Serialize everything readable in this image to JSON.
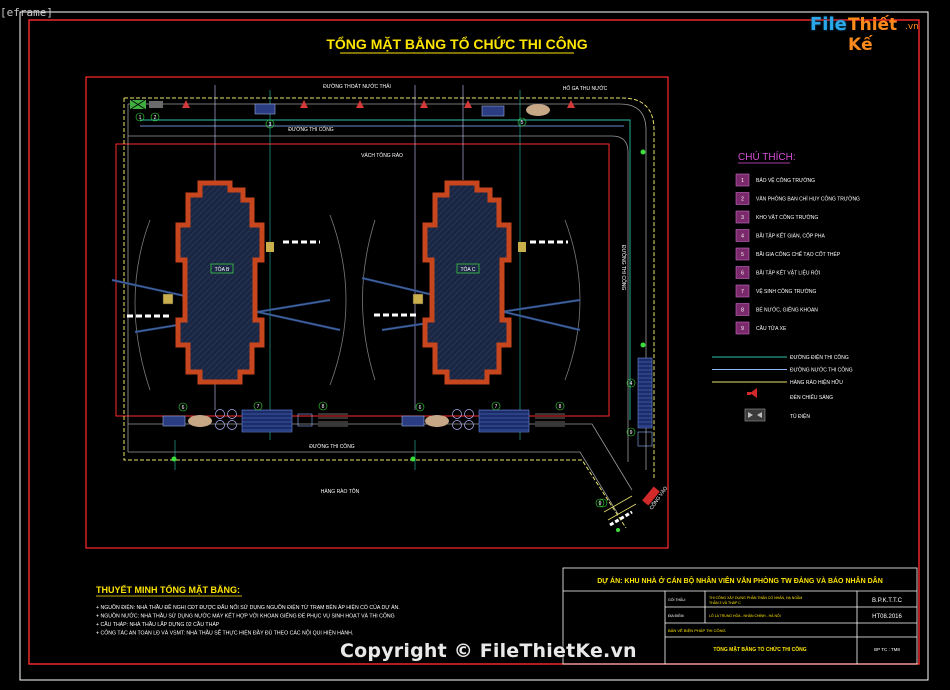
{
  "viewport": {
    "tag": "[eframe]"
  },
  "title": "TỔNG MẶT BẰNG TỔ CHỨC THI CÔNG",
  "watermark": {
    "brand_file": "File",
    "brand_rest": "Thiết Kế",
    "brand_domain": ".vn",
    "copyright": "Copyright © FileThietKe.vn"
  },
  "site": {
    "road_top_label": "ĐƯỜNG THOÁT NƯỚC THẢI",
    "bo_ga_label": "HỐ GA THU NƯỚC",
    "road_internal_label": "ĐƯỜNG THI CÔNG",
    "fence_label": "VÁCH TÔNG RÀO",
    "road_bottom_label": "ĐƯỜNG THI CÔNG",
    "road_right_label": "ĐƯỜNG THI CÔNG",
    "entrance_label": "HÀNG RÀO TÔN",
    "gate_label": "CỔNG VÀO",
    "building_a": "TÒA B",
    "building_b": "TÒA C",
    "markers_top": [
      "1",
      "2",
      "3",
      "5"
    ],
    "markers_bottom": [
      "6",
      "7",
      "8",
      "6",
      "7",
      "8"
    ],
    "markers_right": [
      "4",
      "9",
      "9"
    ]
  },
  "legend": {
    "heading": "CHÚ THÍCH:",
    "items": [
      {
        "num": "1",
        "label": "BẢO VỆ CÔNG TRƯỜNG"
      },
      {
        "num": "2",
        "label": "VĂN PHÒNG BAN CHỈ HUY CÔNG TRƯỜNG"
      },
      {
        "num": "3",
        "label": "KHO VẬT CÔNG TRƯỜNG"
      },
      {
        "num": "4",
        "label": "BÃI TẬP KẾT GIÀN, CỐP PHA"
      },
      {
        "num": "5",
        "label": "BÃI GIA CÔNG CHẾ TẠO CỐT THÉP"
      },
      {
        "num": "6",
        "label": "BÃI TẬP KẾT VẬT LIỆU RỜI"
      },
      {
        "num": "7",
        "label": "VỆ SINH CÔNG TRƯỜNG"
      },
      {
        "num": "8",
        "label": "BỂ NƯỚC, GIẾNG KHOAN"
      },
      {
        "num": "9",
        "label": "CẦU TỬA XE"
      }
    ],
    "lines": [
      {
        "label": "ĐƯỜNG ĐIỆN THI CÔNG",
        "color": "#2bbfa9"
      },
      {
        "label": "ĐƯỜNG NƯỚC THI CÔNG",
        "color": "#8fb6ff"
      },
      {
        "label": "HÀNG RÀO HIỆN HỮU",
        "color": "#e8e36a"
      }
    ],
    "symbols": [
      {
        "label": "ĐÈN CHIẾU SÁNG"
      },
      {
        "label": "TỦ ĐIỆN"
      }
    ]
  },
  "notes": {
    "heading": "THUYẾT MINH TỔNG MẶT BẰNG:",
    "lines": [
      "+ NGUỒN ĐIỆN: NHÀ THẦU ĐỀ NGHỊ CĐT ĐƯỢC ĐẤU NỐI SỬ DỤNG NGUỒN ĐIỆN TỪ TRẠM BÊN ÁP HIỆN CÓ CỦA DỰ ÁN.",
      "+ NGUỒN NƯỚC: NHÀ THẦU SỬ DỤNG NƯỚC MÁY KẾT HỢP VỚI KHOAN GIẾNG ĐỂ PHỤC VỤ SINH HOẠT VÀ THI CÔNG",
      "+ CẦU THÁP: NHÀ THẦU LẮP DỰNG 02 CẦU THÁP",
      "+ CÔNG TÁC AN TOÀN LĐ VÀ VSMT: NHÀ THẦU SẼ THỰC HIỆN ĐẦY ĐỦ THEO CÁC NỘI QUI HIỆN HÀNH."
    ]
  },
  "title_block": {
    "project": "DỰ ÁN: KHU NHÀ Ở CÁN BỘ NHÂN VIÊN VĂN PHÒNG TW ĐẢNG VÀ BÁO NHÂN DÂN",
    "row1_label": "GÓI THẦU:",
    "row1_text": "THI CÔNG XÂY DỰNG PHẦN THÂN CỐ NHÂN, HẠ NGẦM",
    "row1_text2": "THẦN 3 VÀ THÁP C",
    "row1_code": "B.P.K.T.T.C",
    "row2_label": "ĐỊA ĐIỂM:",
    "row2_text": "LÔ 1A TRUNG HÒA - NHÂN CHÍNH - HÀ NỘI",
    "row2_code": "HT08.2016",
    "row3_label": "BẢN VẼ BIỆN PHÁP THI CÔNG",
    "drawing_name": "TỔNG MẶT BẰNG TỔ CHỨC THI CÔNG",
    "sheet": "BP TC : TM8"
  }
}
